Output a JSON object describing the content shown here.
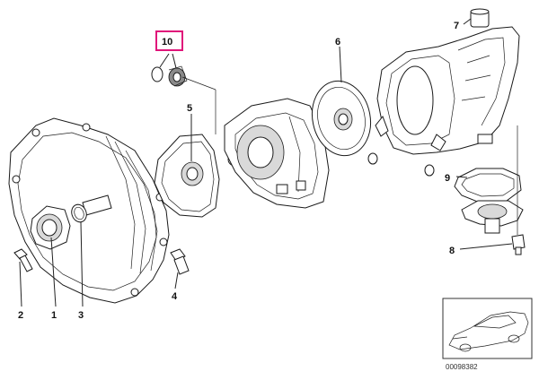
{
  "labels": [
    {
      "id": "1",
      "text": "1"
    },
    {
      "id": "2",
      "text": "2"
    },
    {
      "id": "3",
      "text": "3"
    },
    {
      "id": "4",
      "text": "4"
    },
    {
      "id": "5",
      "text": "5"
    },
    {
      "id": "6",
      "text": "6"
    },
    {
      "id": "7",
      "text": "7"
    },
    {
      "id": "8",
      "text": "8"
    },
    {
      "id": "9",
      "text": "9"
    },
    {
      "id": "10",
      "text": "10"
    }
  ],
  "highlight_color": "#e0157a",
  "diagram_code": "00098382"
}
